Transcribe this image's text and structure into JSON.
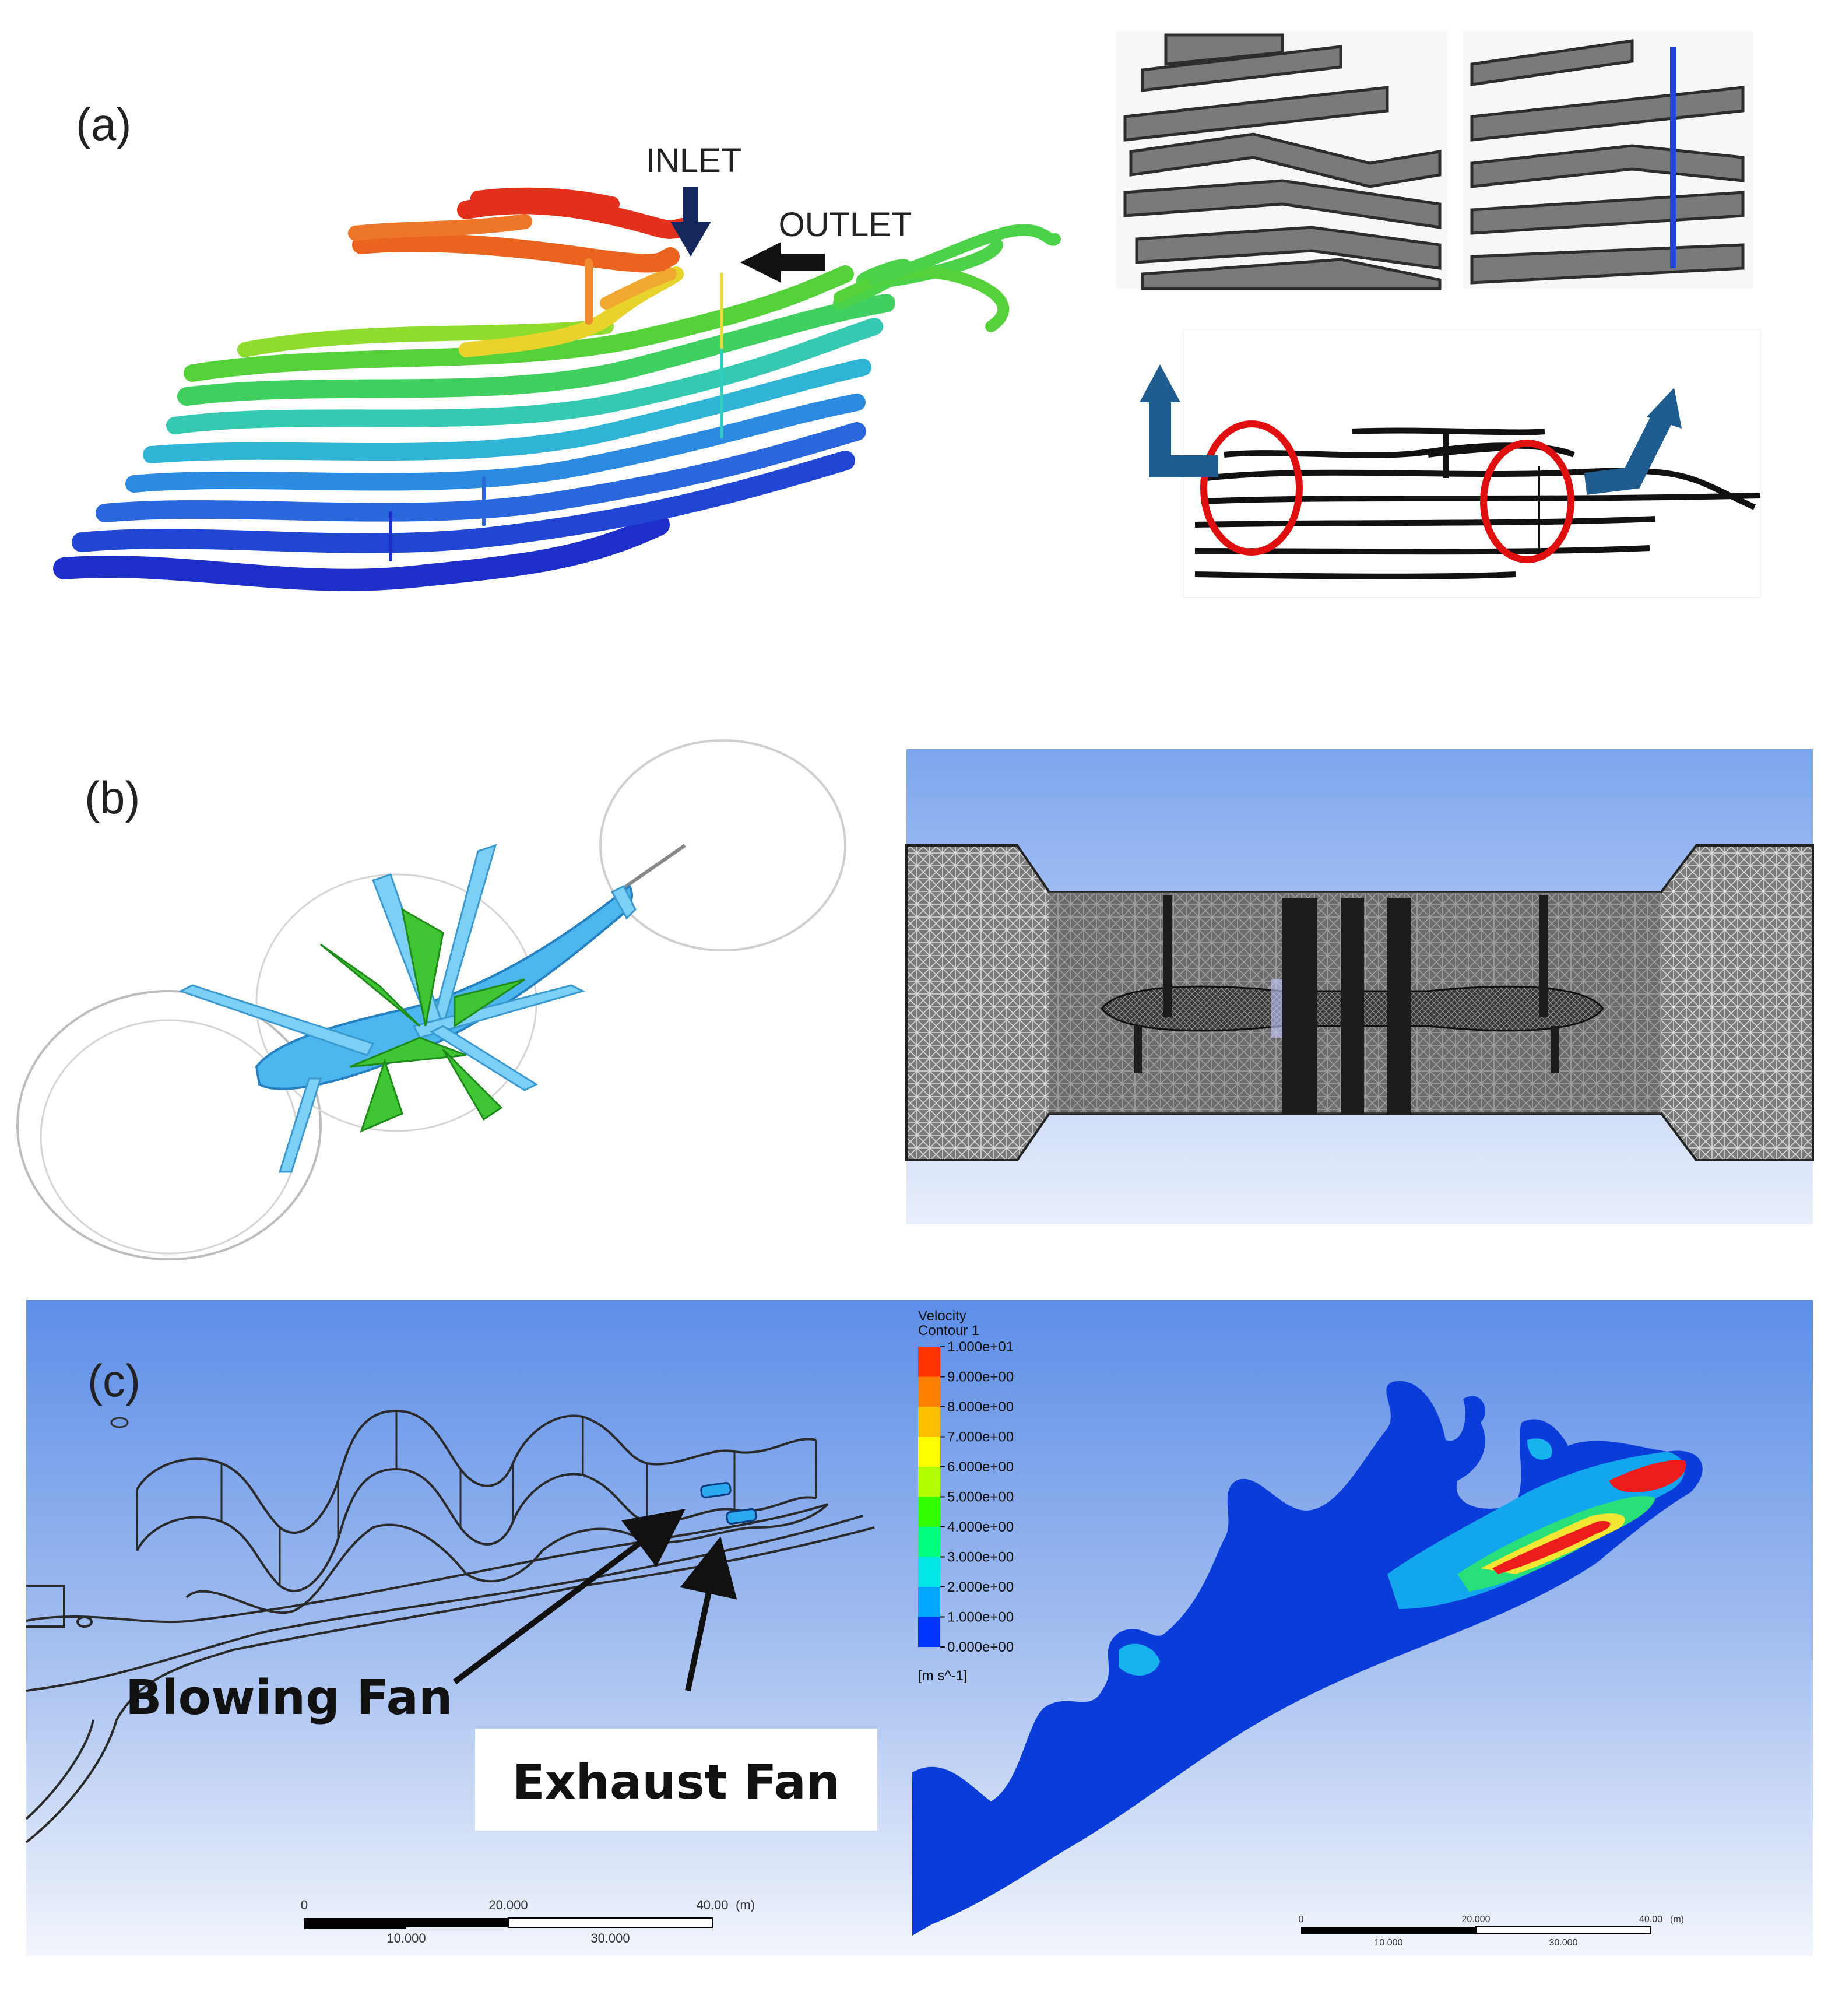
{
  "panels": {
    "a": {
      "label": "(a)",
      "inlet_label": "INLET",
      "outlet_label": "OUTLET"
    },
    "b": {
      "label": "(b)"
    },
    "c": {
      "label": "(c)",
      "blowing_fan_label": "Blowing Fan",
      "exhaust_fan_label": "Exhaust Fan",
      "scale_left": {
        "unit": "(m)",
        "top_ticks": [
          "0",
          "20.000",
          "40.00"
        ],
        "bottom_ticks": [
          "10.000",
          "30.000"
        ]
      },
      "scale_right": {
        "unit": "(m)",
        "top_ticks": [
          "0",
          "20.000",
          "40.00"
        ],
        "bottom_ticks": [
          "10.000",
          "30.000"
        ]
      },
      "legend": {
        "title_line1": "Velocity",
        "title_line2": "Contour 1",
        "unit": "[m s^-1]",
        "levels": [
          "1.000e+01",
          "9.000e+00",
          "8.000e+00",
          "7.000e+00",
          "6.000e+00",
          "5.000e+00",
          "4.000e+00",
          "3.000e+00",
          "2.000e+00",
          "1.000e+00",
          "0.000e+00"
        ],
        "colors": [
          "#ff3300",
          "#ff7f00",
          "#ffbf00",
          "#ffff00",
          "#b3ff00",
          "#33ff00",
          "#00ff7f",
          "#00e6e6",
          "#00a6ff",
          "#0033ff"
        ]
      }
    }
  }
}
